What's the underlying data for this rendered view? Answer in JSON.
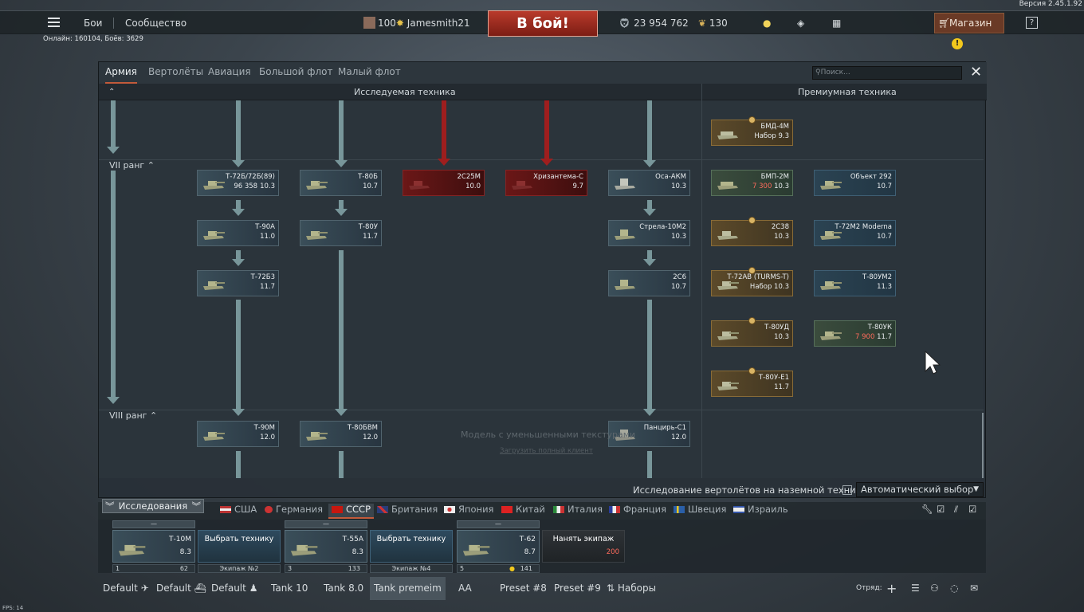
{
  "app": {
    "version": "Версия 2.45.1.92",
    "online": "Онлайн: 160104, Боёв: 3629",
    "fps": "FPS: 14"
  },
  "topbar": {
    "battles": "Бои",
    "community": "Сообщество",
    "player_level": "100",
    "player_name": "Jamesmith21",
    "battle_button": "В бой!",
    "silver_lions": "23 954 762",
    "golden_eagles": "130",
    "shop": "Магазин",
    "shop_warning": "!",
    "help": "?"
  },
  "main": {
    "tabs": [
      "Армия",
      "Вертолёты",
      "Авиация",
      "Большой флот",
      "Малый флот"
    ],
    "search_placeholder": "Поиск...",
    "close": "✕",
    "header_research": "Исследуемая техника",
    "header_premium": "Премиумная техника",
    "rank7": "VII ранг",
    "rank8": "VIII ранг",
    "watermark": "Модель с уменьшенными текстурами",
    "watermark_link": "Загрузить полный клиент",
    "heli_option": "Исследование вертолётов на наземной технике",
    "auto_select": "Автоматический выбор"
  },
  "vehicles": {
    "t72b": {
      "name": "Т-72Б/72Б(89)",
      "br": "10.3",
      "extra": "96 358"
    },
    "t80b": {
      "name": "Т-80Б",
      "br": "10.7"
    },
    "s2s25m": {
      "name": "2С25М",
      "br": "10.0"
    },
    "khrizantema": {
      "name": "Хризантема-С",
      "br": "9.7"
    },
    "osa": {
      "name": "Оса-АКМ",
      "br": "10.3"
    },
    "t90a": {
      "name": "Т-90А",
      "br": "11.0"
    },
    "t80u": {
      "name": "Т-80У",
      "br": "11.7"
    },
    "strela": {
      "name": "Стрела-10М2",
      "br": "10.3"
    },
    "t72b3": {
      "name": "Т-72Б3",
      "br": "11.7"
    },
    "s2s6": {
      "name": "2С6",
      "br": "10.7"
    },
    "t90m": {
      "name": "Т-90М",
      "br": "12.0"
    },
    "t80bvm": {
      "name": "Т-80БВМ",
      "br": "12.0"
    },
    "pantsir": {
      "name": "Панцирь-С1",
      "br": "12.0"
    },
    "bmd4m": {
      "name": "БМД-4М",
      "br": "Набор 9.3"
    },
    "bmp2m": {
      "name": "БМП-2М",
      "br": "10.3",
      "cost": "7 300"
    },
    "obj292": {
      "name": "Объект 292",
      "br": "10.7"
    },
    "s2s38": {
      "name": "2С38",
      "br": "10.3"
    },
    "t72m2": {
      "name": "Т-72М2 Moderna",
      "br": "10.7"
    },
    "t72av": {
      "name": "Т-72АВ (TURMS-T)",
      "br": "Набор 10.3"
    },
    "t80um2": {
      "name": "Т-80УМ2",
      "br": "11.3"
    },
    "t80ud": {
      "name": "Т-80УД",
      "br": "10.3"
    },
    "t80uk": {
      "name": "Т-80УК",
      "br": "11.7",
      "cost": "7 900"
    },
    "t80ue1": {
      "name": "Т-80У-Е1",
      "br": "11.7"
    }
  },
  "research": {
    "tab": "Исследования",
    "nations": [
      "США",
      "Германия",
      "СССР",
      "Британия",
      "Япония",
      "Китай",
      "Италия",
      "Франция",
      "Швеция",
      "Израиль"
    ]
  },
  "crew": {
    "slot1": {
      "dash": "—",
      "name": "Т-10М",
      "br": "8.3",
      "num": "1",
      "pts": "62"
    },
    "slot2": {
      "label": "Выбрать технику",
      "foot": "Экипаж №2"
    },
    "slot3": {
      "dash": "—",
      "name": "Т-55А",
      "br": "8.3",
      "num": "3",
      "pts": "133"
    },
    "slot4": {
      "label": "Выбрать технику",
      "foot": "Экипаж №4"
    },
    "slot5": {
      "dash": "—",
      "name": "Т-62",
      "br": "8.7",
      "num": "5",
      "pts": "141"
    },
    "slot6": {
      "label": "Нанять экипаж",
      "cost": "200"
    }
  },
  "presets": {
    "items": [
      "Default",
      "Default",
      "Default",
      "Tank 10",
      "Tank 8.0",
      "Tank premeim",
      "AA",
      "Preset #8",
      "Preset #9",
      "Наборы"
    ],
    "squad": "Отряд:"
  },
  "colors": {
    "accent": "#c25a3a",
    "battle": "#b93a2b",
    "line": "#78969a",
    "locked": "#9f1e1e"
  }
}
